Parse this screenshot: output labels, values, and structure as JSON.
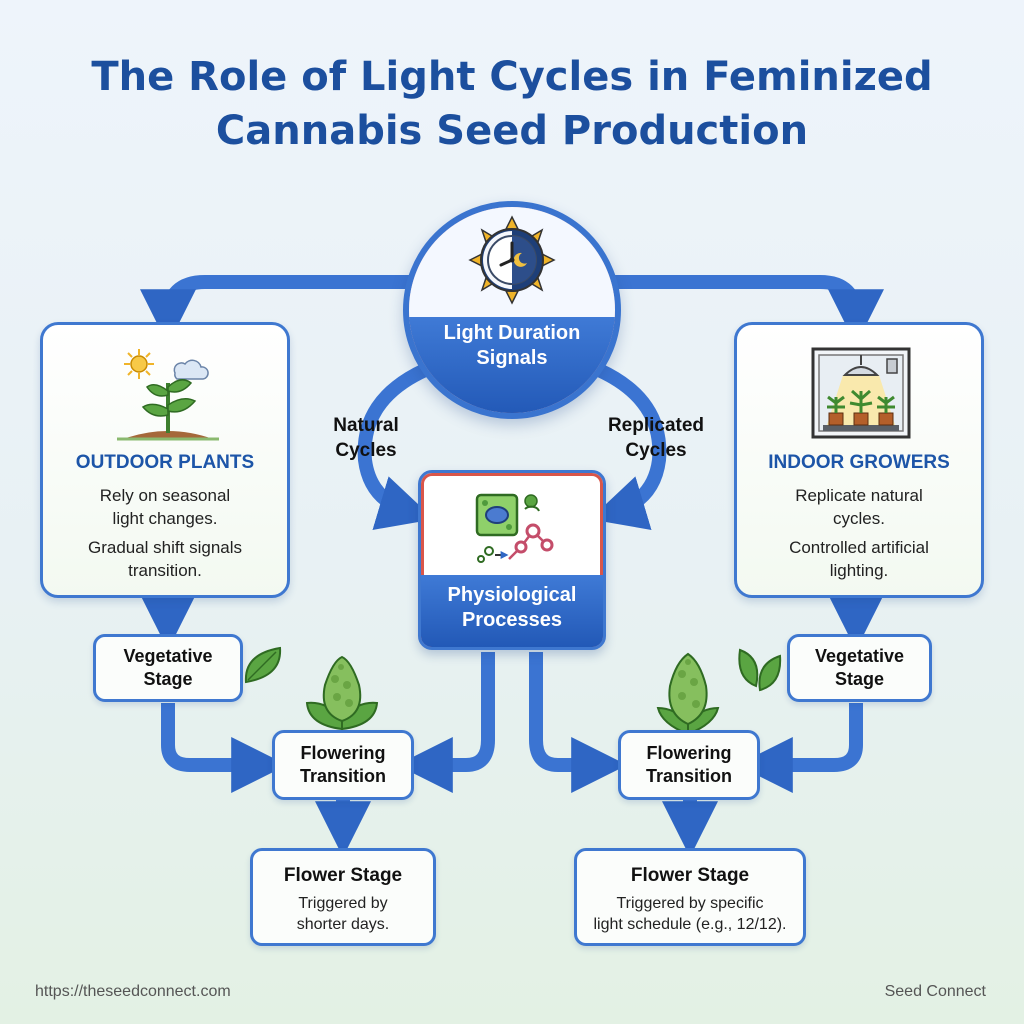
{
  "title": {
    "line1": "The Role of Light Cycles in Feminized",
    "line2": "Cannabis Seed Production"
  },
  "hub": {
    "line1": "Light Duration",
    "line2": "Signals",
    "icon": "clock-sun-moon-icon"
  },
  "cycle_labels": {
    "natural_line1": "Natural",
    "natural_line2": "Cycles",
    "replicated_line1": "Replicated",
    "replicated_line2": "Cycles"
  },
  "outdoor": {
    "heading": "OUTDOOR PLANTS",
    "line1": "Rely on seasonal",
    "line2": "light changes.",
    "line3": "Gradual shift signals",
    "line4": "transition.",
    "icon": "sprout-sun-cloud-icon"
  },
  "indoor": {
    "heading": "INDOOR GROWERS",
    "line1": "Replicate natural",
    "line2": "cycles.",
    "line3": "Controlled artificial",
    "line4": "lighting.",
    "icon": "grow-tent-lamp-icon"
  },
  "physio": {
    "line1": "Physiological",
    "line2": "Processes",
    "icon": "plant-cell-molecule-icon"
  },
  "left_flow": {
    "vegetative_line1": "Vegetative",
    "vegetative_line2": "Stage",
    "flowering_line1": "Flowering",
    "flowering_line2": "Transition",
    "flower_title": "Flower Stage",
    "flower_desc1": "Triggered by",
    "flower_desc2": "shorter days."
  },
  "right_flow": {
    "vegetative_line1": "Vegetative",
    "vegetative_line2": "Stage",
    "flowering_line1": "Flowering",
    "flowering_line2": "Transition",
    "flower_title": "Flower Stage",
    "flower_desc1": "Triggered by specific",
    "flower_desc2": "light schedule (e.g., 12/12)."
  },
  "footer": {
    "url": "https://theseedconnect.com",
    "brand": "Seed Connect"
  },
  "colors": {
    "primary_blue": "#3f78d0",
    "title_blue": "#1c4f9e",
    "accent_red": "#d9564a",
    "leaf_green": "#4f9a3c"
  }
}
